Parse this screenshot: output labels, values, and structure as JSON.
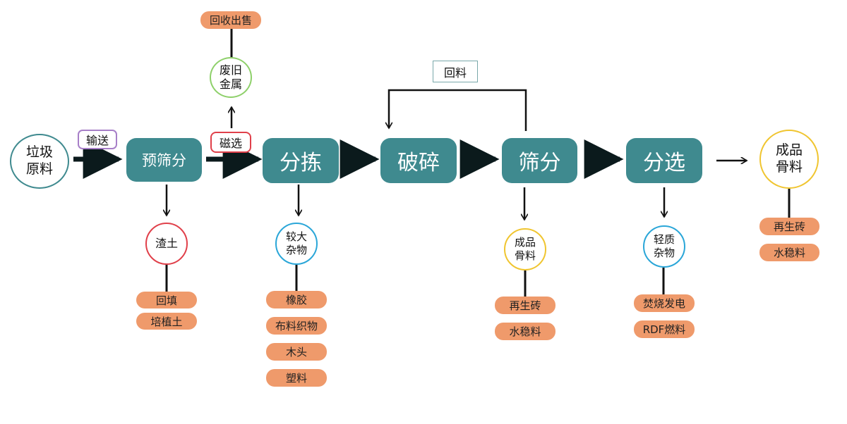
{
  "colors": {
    "process": "#3f8a8f",
    "output_pill": "#ef9a6b",
    "teal_ring": "#3f8a8f",
    "red_ring": "#e0404a",
    "blue_ring": "#2aa6d8",
    "gold_ring": "#f0c530",
    "green_ring": "#8ed06a",
    "purple_ring": "#a77fc8"
  },
  "input": {
    "label": "垃圾\n原料"
  },
  "conveyor_tag": "输送",
  "magnetic_tag": "磁选",
  "steps": {
    "prescreen": "预筛分",
    "sorting": "分拣",
    "crushing": "破碎",
    "screening": "筛分",
    "separation": "分选"
  },
  "return_label": "回料",
  "scrap_metal": {
    "label": "废旧\n金属",
    "use": "回收出售"
  },
  "residue": {
    "label": "渣土",
    "uses": [
      "回填",
      "培植土"
    ]
  },
  "large_debris": {
    "label": "较大\n杂物",
    "uses": [
      "橡胶",
      "布料织物",
      "木头",
      "塑料"
    ]
  },
  "aggregate_mid": {
    "label": "成品\n骨料",
    "uses": [
      "再生砖",
      "水稳料"
    ]
  },
  "light_debris": {
    "label": "轻质\n杂物",
    "uses": [
      "焚烧发电",
      "RDF燃料"
    ]
  },
  "aggregate_final": {
    "label": "成品\n骨料",
    "uses": [
      "再生砖",
      "水稳料"
    ]
  }
}
